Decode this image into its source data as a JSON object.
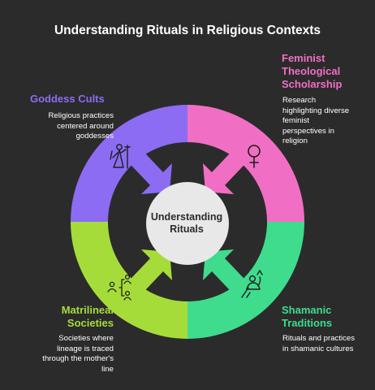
{
  "title": "Understanding Rituals in Religious Contexts",
  "center": "Understanding Rituals",
  "colors": {
    "background": "#2b2b2b",
    "goddess": "#8b6cf2",
    "feminist": "#f06fc4",
    "matrilineal": "#a6dc3a",
    "shamanic": "#3fdc8e",
    "center": "#e8e8e8"
  },
  "sections": {
    "goddess": {
      "label": "Goddess Cults",
      "description": [
        "Religious practices",
        "centered around",
        "goddesses"
      ],
      "icon": "goddess-figure-icon"
    },
    "feminist": {
      "label": [
        "Feminist",
        "Theological",
        "Scholarship"
      ],
      "description": [
        "Research",
        "highlighting diverse",
        "feminist",
        "perspectives in",
        "religion"
      ],
      "icon": "female-symbol-icon"
    },
    "matrilineal": {
      "label": [
        "Matrilineal",
        "Societies"
      ],
      "description": [
        "Societies where",
        "lineage is traced",
        "through the mother's",
        "line"
      ],
      "icon": "lineage-tree-icon"
    },
    "shamanic": {
      "label": [
        "Shamanic",
        "Traditions"
      ],
      "description": [
        "Rituals and practices",
        "in shamanic cultures"
      ],
      "icon": "shaman-icon"
    }
  }
}
